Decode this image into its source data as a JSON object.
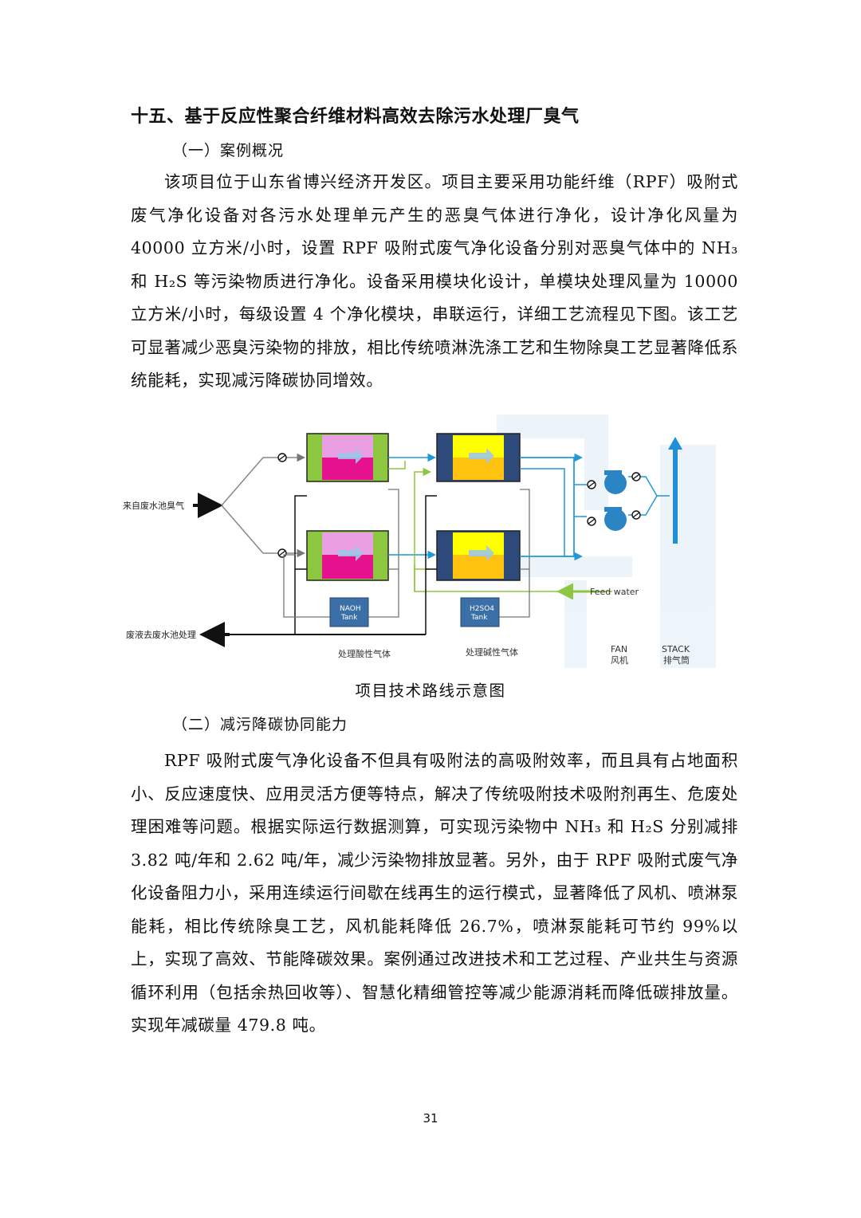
{
  "section": {
    "title": "十五、基于反应性聚合纤维材料高效去除污水处理厂臭气",
    "sub1": "（一）案例概况",
    "para1": "该项目位于山东省博兴经济开发区。项目主要采用功能纤维（RPF）吸附式废气净化设备对各污水处理单元产生的恶臭气体进行净化，设计净化风量为 40000 立方米/小时，设置 RPF 吸附式废气净化设备分别对恶臭气体中的 NH₃ 和 H₂S 等污染物质进行净化。设备采用模块化设计，单模块处理风量为 10000 立方米/小时，每级设置 4 个净化模块，串联运行，详细工艺流程见下图。该工艺可显著减少恶臭污染物的排放，相比传统喷淋洗涤工艺和生物除臭工艺显著降低系统能耗，实现减污降碳协同增效。",
    "caption": "项目技术路线示意图",
    "sub2": "（二）减污降碳协同能力",
    "para2": "RPF 吸附式废气净化设备不但具有吸附法的高吸附效率，而且具有占地面积小、反应速度快、应用灵活方便等特点，解决了传统吸附技术吸附剂再生、危废处理困难等问题。根据实际运行数据测算，可实现污染物中 NH₃ 和 H₂S 分别减排 3.82 吨/年和 2.62 吨/年，减少污染物排放显著。另外，由于 RPF 吸附式废气净化设备阻力小，采用连续运行间歇在线再生的运行模式，显著降低了风机、喷淋泵能耗，相比传统除臭工艺，风机能耗降低 26.7%，喷淋泵能耗可节约 99%以上，实现了高效、节能降碳效果。案例通过改进技术和工艺过程、产业共生与资源循环利用（包括余热回收等）、智慧化精细管控等减少能源消耗而降低碳排放量。实现年减碳量 479.8 吨。",
    "page_number": "31"
  },
  "diagram": {
    "inlet_label": "来自废水池臭气",
    "outlet_label": "废液去废水池处理",
    "naoh_label_1": "NAOH",
    "naoh_label_2": "Tank",
    "h2so4_label_1": "H2SO4",
    "h2so4_label_2": "Tank",
    "feed_water_label": "Feed water",
    "acid_stage_label": "处理酸性气体",
    "alkali_stage_label": "处理碱性气体",
    "fan_en": "FAN",
    "fan_cn": "风机",
    "stack_en": "STACK",
    "stack_cn": "排气筒",
    "colors": {
      "green_frame": "#8dc63f",
      "pink_top": "#e89ee0",
      "magenta_bottom": "#e6118f",
      "navy_frame": "#2e4a7a",
      "yellow_top": "#ffff00",
      "orange_bottom": "#ffc20e",
      "tank_blue": "#3b6fa8",
      "fan_blue": "#2b84c4",
      "stack_blue": "#1f8fd8"
    }
  }
}
